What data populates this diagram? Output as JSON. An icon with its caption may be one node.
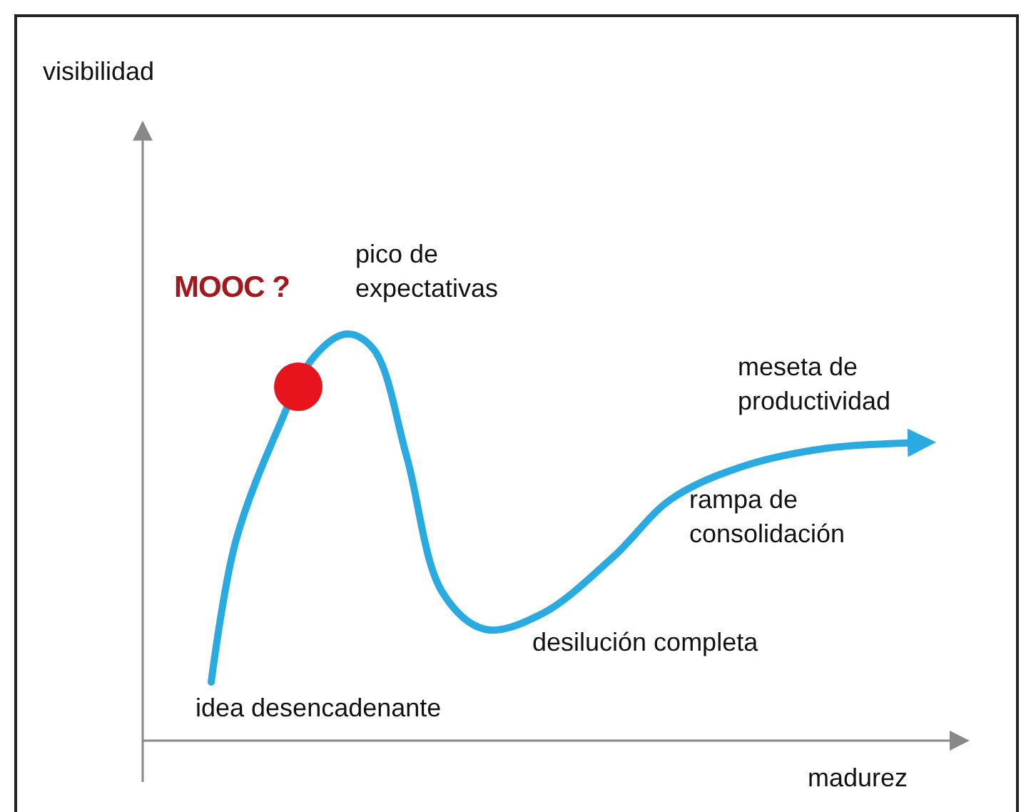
{
  "diagram": {
    "labels": [
      "visibilidad",
      "MOOC ?",
      "pico de expectativas",
      "meseta de productividad",
      "rampa de consolidación",
      "desilución completa",
      "idea desencadenante",
      "madurez"
    ]
  }
}
